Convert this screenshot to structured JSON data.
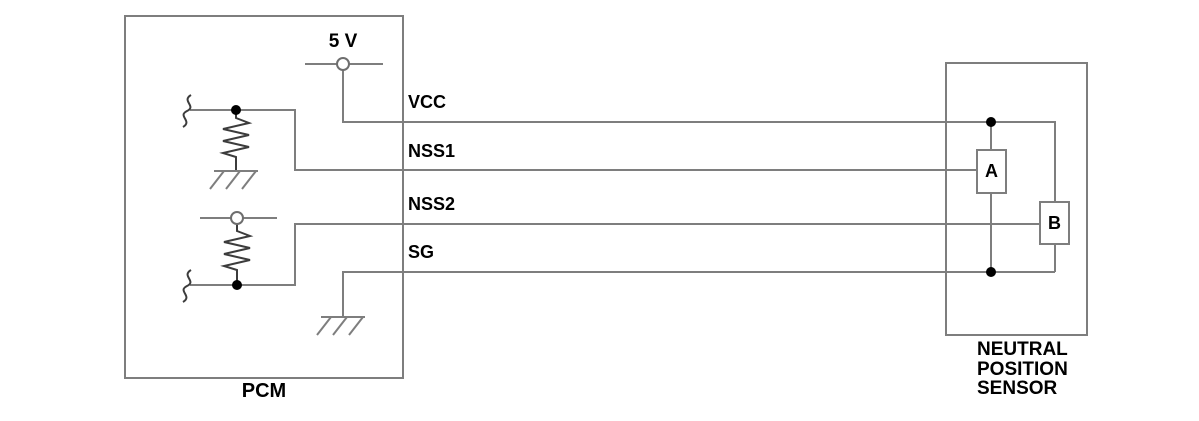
{
  "diagram": {
    "type": "automotive-wiring-diagram",
    "pcm": {
      "label": "PCM"
    },
    "sensor": {
      "label": "NEUTRAL POSITION SENSOR"
    },
    "power": {
      "label": "5 V"
    },
    "pins": {
      "vcc": "VCC",
      "nss1": "NSS1",
      "nss2": "NSS2",
      "sg": "SG"
    },
    "components": {
      "a": "A",
      "b": "B"
    },
    "colors": {
      "wire": "#7e7e7e",
      "detail": "#3c3c3c",
      "text": "#000000",
      "background": "#ffffff"
    }
  }
}
